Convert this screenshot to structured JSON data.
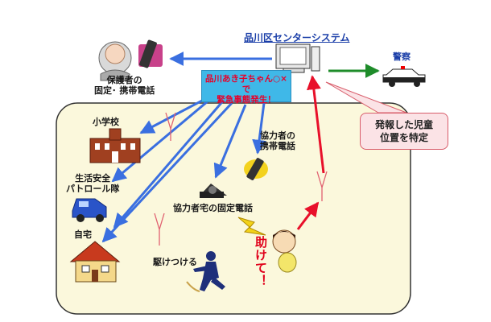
{
  "center": {
    "title": "品川区センターシステム"
  },
  "police": {
    "label": "警察"
  },
  "guardian": {
    "line1": "保護者の",
    "line2": "固定･ 携帯電話"
  },
  "emergency": {
    "line1": "品川あき子ちゃん○×で",
    "line2": "緊急事態発生！"
  },
  "callout": {
    "line1": "発報した児童",
    "line2": "位置を特定"
  },
  "school": {
    "label": "小学校"
  },
  "patrol": {
    "line1": "生活安全",
    "line2": "パトロール隊"
  },
  "home": {
    "label": "自宅"
  },
  "coop_mobile": {
    "line1": "協力者の",
    "line2": "携帯電話"
  },
  "coop_fixed": {
    "label": "協力者宅の固定電話"
  },
  "runner": {
    "label": "駆けつける"
  },
  "help": {
    "text": "助けて！"
  },
  "colors": {
    "area": "#fbf8dc",
    "blue_arrow": "#3a6fe0",
    "red_arrow": "#e8102a",
    "green_arrow": "#1e8c2a",
    "emergency_box": "#3fb8e8",
    "callout": "#fbe3e6"
  }
}
